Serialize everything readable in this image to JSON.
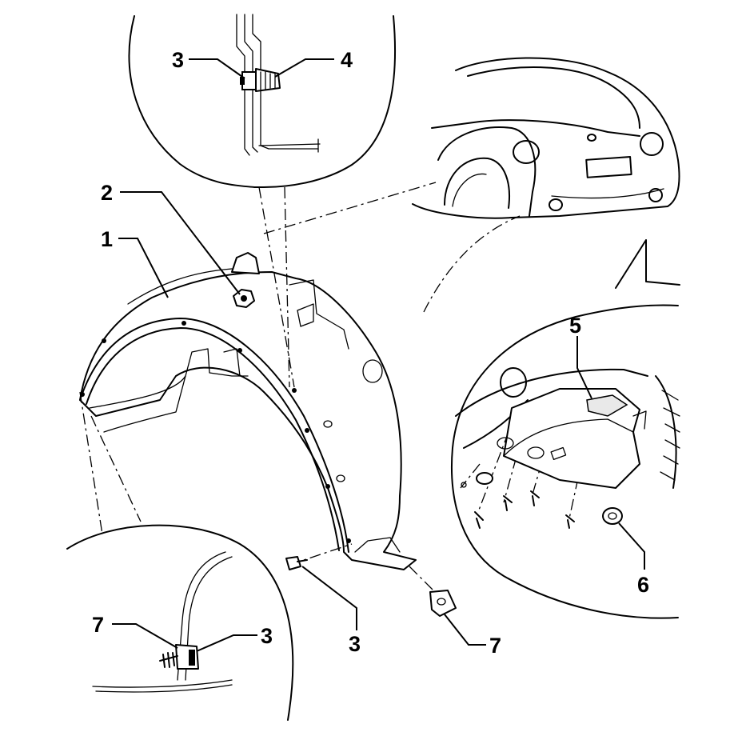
{
  "callouts": {
    "c1": "1",
    "c2": "2",
    "c3_detail_top": "3",
    "c4": "4",
    "c5": "5",
    "c6": "6",
    "c3_main": "3",
    "c7_main": "7",
    "c7_detail_bottom": "7",
    "c3_detail_bottom": "3"
  },
  "colors": {
    "line": "#000000",
    "background": "#ffffff"
  },
  "icons": [
    "car-rear-icon",
    "wheel-housing-liner-icon",
    "screw-icon",
    "clip-nut-icon",
    "spreader-nut-icon"
  ]
}
